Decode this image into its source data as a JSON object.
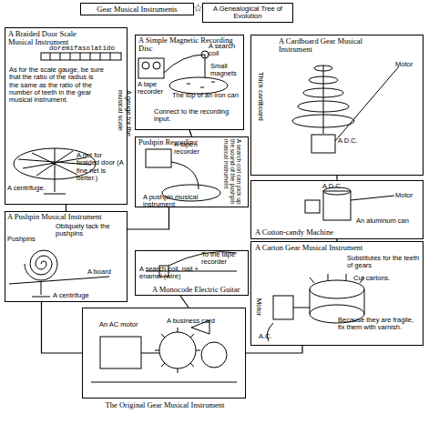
{
  "diagram": {
    "nodes": [
      {
        "text": [
          "Gear Musical Instruments"
        ]
      },
      {
        "text": [
          "A Genealogical Tree of Evolution"
        ]
      },
      {
        "text": [
          "A Braided Door Scale Musical Instrument",
          "doremifasolatido",
          "As for the scale gauge, be sure that the ratio of the radius is the same as the ratio of the number of teeth in the gear musical instrument.",
          "A net for braided door (A fine net is better.)",
          "A centrifuge.",
          "A gauge for the musical scale"
        ]
      },
      {
        "text": [
          "A Simple Magnetic Recording Disc",
          "A tape recorder",
          "A search coil",
          "Small magnets",
          "The top of an iron can",
          "Connect to the recording input."
        ]
      },
      {
        "text": [
          "A Cardboard Gear Musical Instrument",
          "Thick cardboard",
          "A D.C.",
          "Motor"
        ]
      },
      {
        "text": [
          "Pushpin Recording",
          "A tape recorder",
          "A pushpin musical instrument",
          "A search coil can pick up the sound of the pushpin musical instrument"
        ]
      },
      {
        "text": [
          "A Cotton-candy Machine",
          "A D.C.",
          "Motor",
          "An aluminum can"
        ]
      },
      {
        "text": [
          "A Pushpin Musical Instrument",
          "Obliquely tack the pushpins",
          "Pushpins",
          "A board",
          "A centrifuge"
        ]
      },
      {
        "text": [
          "A Monocode Electric Guitar",
          "To the tape recorder",
          "A search coil, nail + enamel (wire)"
        ]
      },
      {
        "text": [
          "A Carton Gear Musical Instrument",
          "Substitutes for the teeth of gears",
          "Cut cartons.",
          "Motor",
          "Because they are fragile, fix them with varnish.",
          "A.C."
        ]
      },
      {
        "text": [
          "The Original Gear Musical Instrument",
          "An AC motor",
          "A business card"
        ]
      }
    ],
    "edges": [
      {
        "from": 10,
        "to": 7,
        "arrow": "none"
      },
      {
        "from": 10,
        "to": 9,
        "arrow": "none"
      },
      {
        "from": 10,
        "to": 8,
        "arrow": "none"
      },
      {
        "from": 7,
        "to": 2,
        "arrow": "none"
      },
      {
        "from": 7,
        "to": 5,
        "arrow": "none"
      },
      {
        "from": 5,
        "to": 3,
        "arrow": "none"
      },
      {
        "from": 9,
        "to": 6,
        "arrow": "none"
      },
      {
        "from": 6,
        "to": 4,
        "arrow": "none"
      }
    ],
    "labels": [
      "☆"
    ]
  }
}
